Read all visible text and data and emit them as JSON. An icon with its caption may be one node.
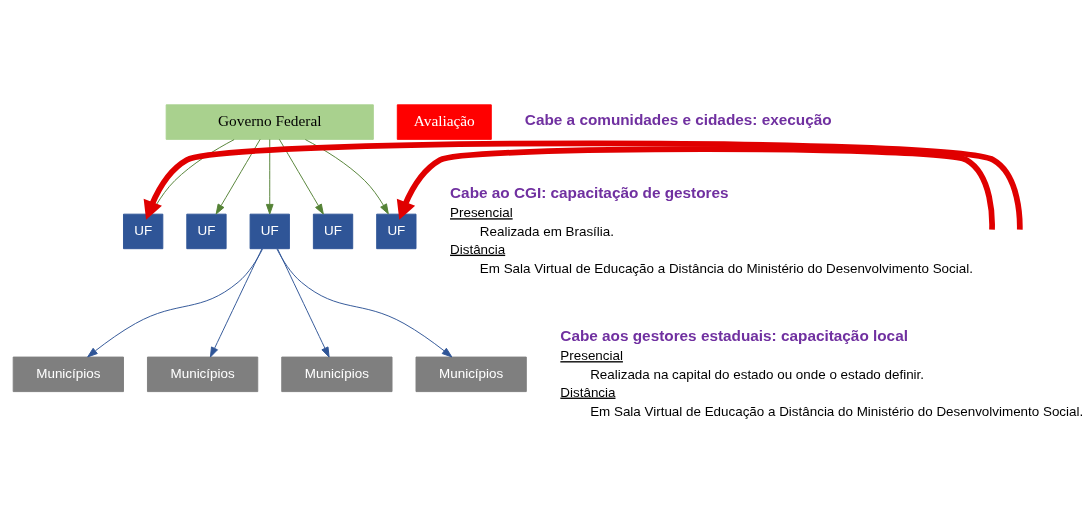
{
  "diagram": {
    "nodes": [
      {
        "text": [
          "Governo Federal"
        ]
      },
      {
        "text": [
          "UF"
        ]
      },
      {
        "text": [
          "UF"
        ]
      },
      {
        "text": [
          "UF"
        ]
      },
      {
        "text": [
          "UF"
        ]
      },
      {
        "text": [
          "UF"
        ]
      },
      {
        "text": [
          "Municípios"
        ]
      },
      {
        "text": [
          "Municípios"
        ]
      },
      {
        "text": [
          "Municípios"
        ]
      },
      {
        "text": [
          "Municípios"
        ]
      },
      {
        "text": [
          "Avaliação"
        ]
      }
    ],
    "edges": [
      {
        "from": 0,
        "to": 1,
        "arrow": "to",
        "color": "#548235"
      },
      {
        "from": 0,
        "to": 2,
        "arrow": "to",
        "color": "#548235"
      },
      {
        "from": 0,
        "to": 3,
        "arrow": "to",
        "color": "#548235"
      },
      {
        "from": 0,
        "to": 4,
        "arrow": "to",
        "color": "#548235"
      },
      {
        "from": 0,
        "to": 5,
        "arrow": "to",
        "color": "#548235"
      },
      {
        "from": 3,
        "to": 6,
        "arrow": "to",
        "color": "#2f5597"
      },
      {
        "from": 3,
        "to": 7,
        "arrow": "to",
        "color": "#2f5597"
      },
      {
        "from": 3,
        "to": 8,
        "arrow": "to",
        "color": "#2f5597"
      },
      {
        "from": 3,
        "to": 9,
        "arrow": "to",
        "color": "#2f5597"
      },
      {
        "from": null,
        "to": 1,
        "arrow": "to",
        "style": "thick",
        "color": "#e00000"
      },
      {
        "from": null,
        "to": 5,
        "arrow": "to",
        "style": "thick",
        "color": "#e00000"
      }
    ],
    "labels": [
      "Cabe ao CGI: capacitação de gestores",
      "Presencial",
      "Realizada em Brasília.",
      "Distância",
      "Em Sala Virtual de Educação a Distância do Ministério do Desenvolvimento Social.",
      "Cabe aos gestores estaduais: capacitação local",
      "Presencial",
      "Realizada na capital do estado ou onde o estado definir.",
      "Distância",
      "Em Sala Virtual de Educação a Distância do Ministério do Desenvolvimento Social.",
      "Cabe a comunidades e cidades: execução"
    ]
  }
}
